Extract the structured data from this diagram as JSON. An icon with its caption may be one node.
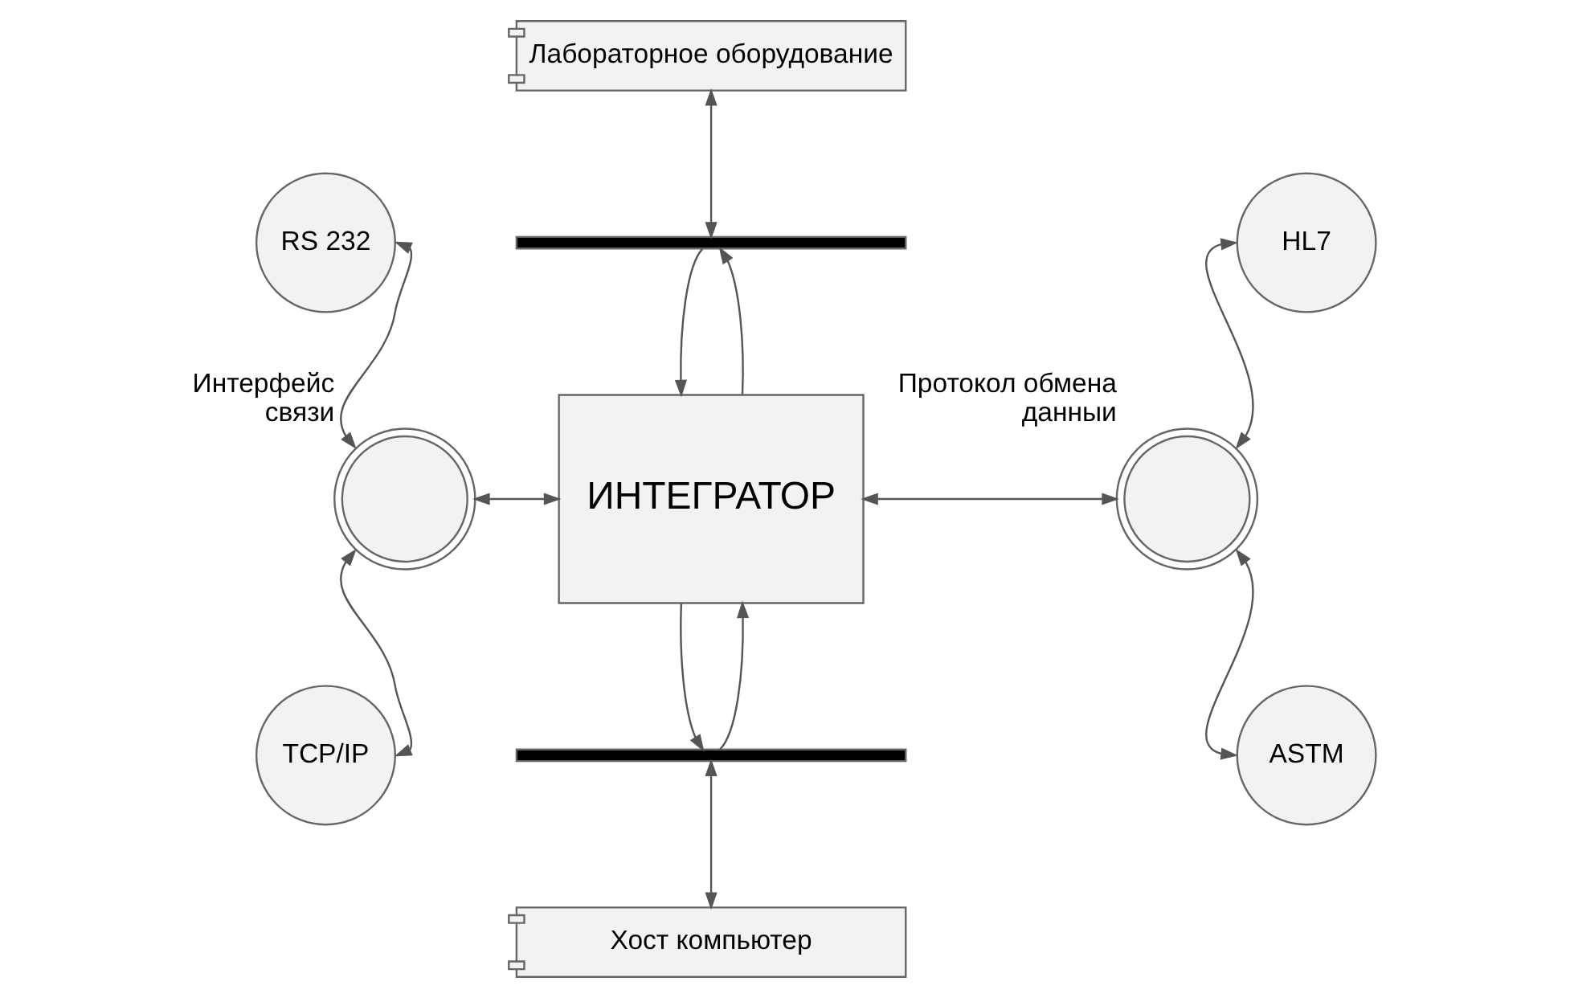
{
  "diagram": {
    "nodes": [
      {
        "text": [
          "Лабораторное оборудование"
        ]
      },
      {
        "text": [],
        "shape": "bar"
      },
      {
        "text": [
          "RS 232"
        ]
      },
      {
        "text": [
          "TCP/IP"
        ]
      },
      {
        "text": [],
        "shape": "circle",
        "beside": [
          "Интерфейс связи"
        ]
      },
      {
        "text": [
          "ИНТЕГРАТОР"
        ]
      },
      {
        "text": [],
        "shape": "circle",
        "beside": [
          "Протокол обмена данныи"
        ]
      },
      {
        "text": [
          "HL7"
        ]
      },
      {
        "text": [
          "ASTM"
        ]
      },
      {
        "text": [],
        "shape": "bar"
      },
      {
        "text": [
          "Хост компьютер"
        ]
      }
    ],
    "edges": [
      {
        "from": 0,
        "to": 1,
        "arrow": "both"
      },
      {
        "from": 5,
        "to": 1,
        "arrow": "to"
      },
      {
        "from": 1,
        "to": 5,
        "arrow": "to"
      },
      {
        "from": 4,
        "to": 2,
        "arrow": "both"
      },
      {
        "from": 4,
        "to": 3,
        "arrow": "both"
      },
      {
        "from": 4,
        "to": 5,
        "arrow": "both"
      },
      {
        "from": 5,
        "to": 6,
        "arrow": "both"
      },
      {
        "from": 6,
        "to": 7,
        "arrow": "both"
      },
      {
        "from": 6,
        "to": 8,
        "arrow": "both"
      },
      {
        "from": 5,
        "to": 9,
        "arrow": "to"
      },
      {
        "from": 9,
        "to": 5,
        "arrow": "to"
      },
      {
        "from": 9,
        "to": 10,
        "arrow": "both"
      }
    ]
  }
}
